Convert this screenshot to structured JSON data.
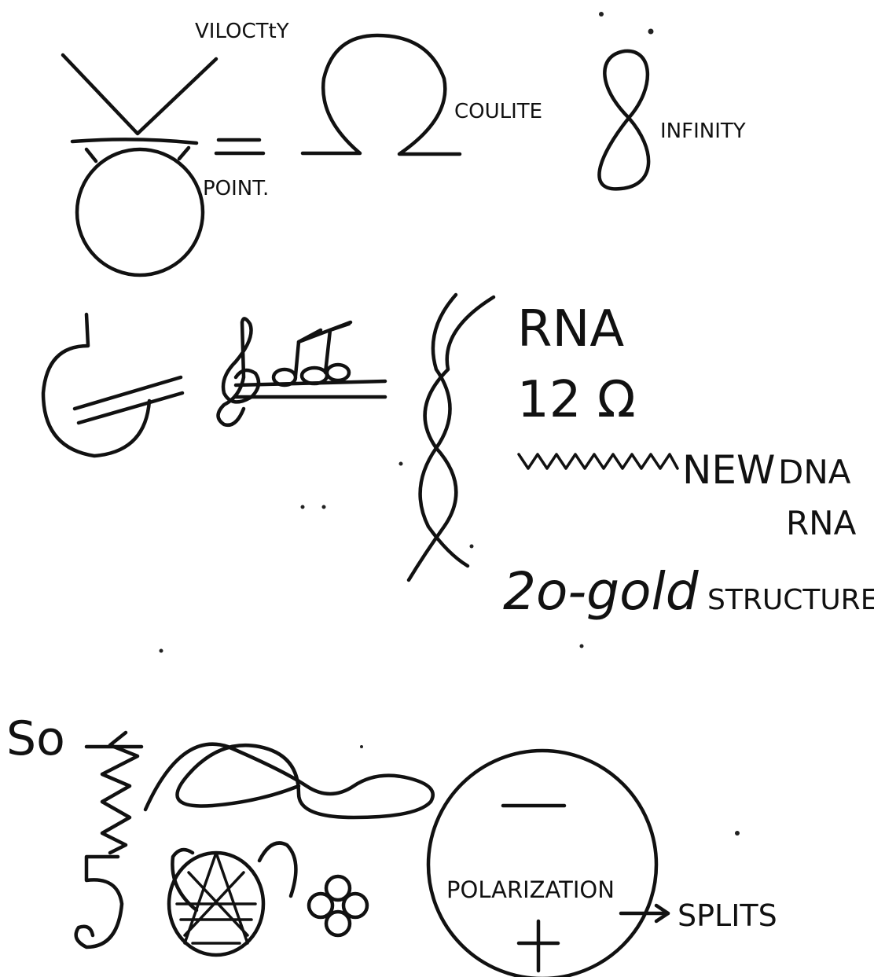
{
  "labels": {
    "velocity": "VILOCTtY",
    "point": "POINT.",
    "coulite": "COULITE",
    "infinity": "INFINITY",
    "rna_top": "RNA",
    "twelve_omega": "12 Ω",
    "new": "NEW",
    "dna": "DNA",
    "rna_bottom": "RNA",
    "two_o_gold": "2o-gold",
    "structure": "STRUCTURE",
    "so": "So",
    "polarization": "POLARIZATION",
    "minus": "—",
    "plus": "+",
    "splits": "SPLITS"
  },
  "colors": {
    "ink": "#111111",
    "paper": "#ffffff"
  }
}
